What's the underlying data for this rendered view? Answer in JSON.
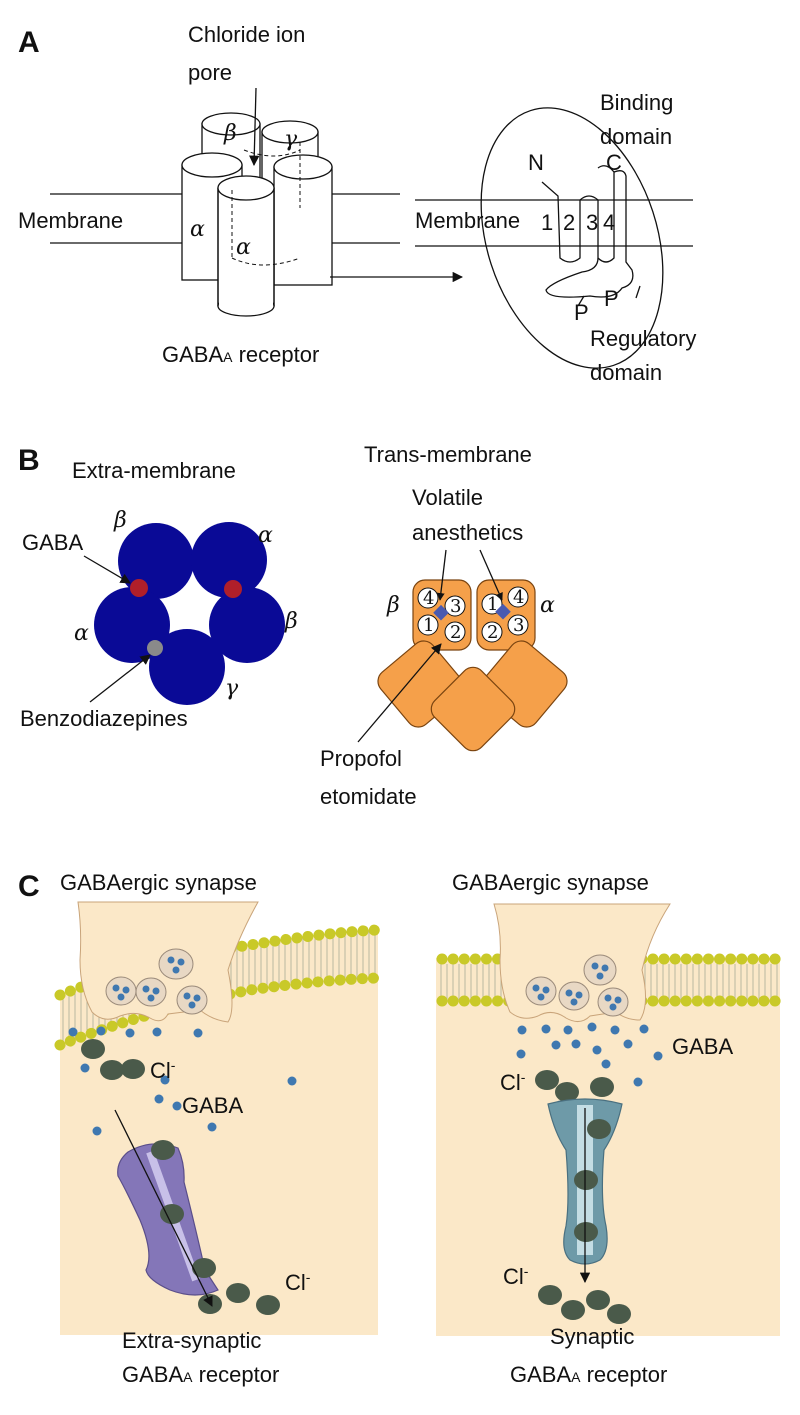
{
  "panels": {
    "a": "A",
    "b": "B",
    "c": "C"
  },
  "panel_a": {
    "pore_label_1": "Chloride ion",
    "pore_label_2": "pore",
    "membrane_left": "Membrane",
    "membrane_right": "Membrane",
    "subunits": [
      "β",
      "γ",
      "α",
      "α"
    ],
    "receptor_main": "GABA",
    "receptor_sub": "A",
    "receptor_tail": " receptor",
    "terminals": [
      "N",
      "C"
    ],
    "segments": [
      "1",
      "2",
      "3",
      "4"
    ],
    "binding_1": "Binding",
    "binding_2": "domain",
    "phospho": [
      "P",
      "P"
    ],
    "regulatory_1": "Regulatory",
    "regulatory_2": "domain"
  },
  "panel_b": {
    "extra_title": "Extra-membrane",
    "trans_title": "Trans-membrane",
    "extra_subunits": [
      "β",
      "α",
      "α",
      "β",
      "γ"
    ],
    "gaba": "GABA",
    "benzo": "Benzodiazepines",
    "volatile_1": "Volatile",
    "volatile_2": "anesthetics",
    "left_subunit": [
      "4",
      "3",
      "1",
      "2"
    ],
    "right_subunit": [
      "1",
      "4",
      "2",
      "3"
    ],
    "trans_beta": "β",
    "trans_alpha": "α",
    "propofol_1": "Propofol",
    "propofol_2": "etomidate"
  },
  "panel_c": {
    "left_title": "GABAergic synapse",
    "right_title": "GABAergic synapse",
    "cl": "Cl",
    "cl_sup": "-",
    "gaba": "GABA",
    "left_caption_1": "Extra-synaptic",
    "left_caption_main": "GABA",
    "left_caption_sub": "A",
    "left_caption_tail": " receptor",
    "right_caption_1": "Synaptic",
    "right_caption_main": "GABA",
    "right_caption_sub": "A",
    "right_caption_tail": " receptor"
  },
  "colors": {
    "subunit_blue": "#0a0a96",
    "gaba_site": "#b01f2a",
    "benzo_site": "#8a8a8a",
    "trans_orange": "#f5a04a",
    "site_blue": "#4a5ab0",
    "cytoplasm": "#fbe8c8",
    "terminal": "#f8dcbf",
    "vesicle_dot": "#3f78b0",
    "chloride": "#4a5a4a",
    "lipid_head": "#c9c928",
    "receptor_purple": "#8476b8",
    "receptor_teal": "#6e9aa8"
  }
}
